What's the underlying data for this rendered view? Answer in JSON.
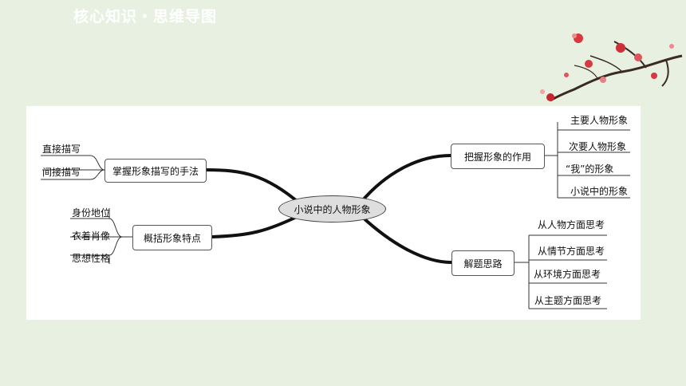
{
  "header": {
    "title": "核心知识・思维导图"
  },
  "mindmap": {
    "center": "小说中的人物形象",
    "left": [
      {
        "label": "掌握形象描写的手法",
        "children": [
          "直接描写",
          "间接描写"
        ]
      },
      {
        "label": "概括形象特点",
        "children": [
          "身份地位",
          "衣着肖像",
          "思想性格"
        ]
      }
    ],
    "right": [
      {
        "label": "把握形象的作用",
        "children": [
          "主要人物形象",
          "次要人物形象",
          "“我”的形象",
          "小说中的形象"
        ]
      },
      {
        "label": "解题思路",
        "children": [
          "从人物方面思考",
          "从情节方面思考",
          "从环境方面思考",
          "从主题方面思考"
        ]
      }
    ]
  }
}
